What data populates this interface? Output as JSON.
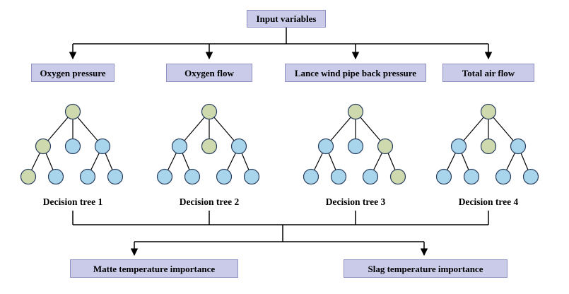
{
  "input_box": {
    "label": "Input variables"
  },
  "variables": [
    {
      "label": "Oxygen pressure"
    },
    {
      "label": "Oxygen flow"
    },
    {
      "label": "Lance wind pipe back pressure"
    },
    {
      "label": "Total air flow"
    }
  ],
  "trees": [
    {
      "label": "Decision tree 1",
      "nodes": {
        "root": "#ced9ae",
        "m1": "#ced9ae",
        "m2": "#a8d5ec",
        "m3": "#a8d5ec",
        "l1": "#ced9ae",
        "l2": "#a8d5ec",
        "l3": "#a8d5ec",
        "l4": "#a8d5ec"
      }
    },
    {
      "label": "Decision tree 2",
      "nodes": {
        "root": "#ced9ae",
        "m1": "#a8d5ec",
        "m2": "#ced9ae",
        "m3": "#a8d5ec",
        "l1": "#a8d5ec",
        "l2": "#a8d5ec",
        "l3": "#a8d5ec",
        "l4": "#a8d5ec"
      }
    },
    {
      "label": "Decision tree 3",
      "nodes": {
        "root": "#ced9ae",
        "m1": "#a8d5ec",
        "m2": "#a8d5ec",
        "m3": "#ced9ae",
        "l1": "#a8d5ec",
        "l2": "#a8d5ec",
        "l3": "#a8d5ec",
        "l4": "#ced9ae"
      }
    },
    {
      "label": "Decision tree 4",
      "nodes": {
        "root": "#ced9ae",
        "m1": "#a8d5ec",
        "m2": "#ced9ae",
        "m3": "#a8d5ec",
        "l1": "#a8d5ec",
        "l2": "#a8d5ec",
        "l3": "#a8d5ec",
        "l4": "#a8d5ec"
      }
    }
  ],
  "outputs": [
    {
      "label": "Matte temperature importance"
    },
    {
      "label": "Slag temperature importance"
    }
  ],
  "colors": {
    "box_fill": "#c9cbe9",
    "box_border": "#8f91c4",
    "node_blue": "#a8d5ec",
    "node_green": "#ced9ae",
    "line": "#000000"
  }
}
